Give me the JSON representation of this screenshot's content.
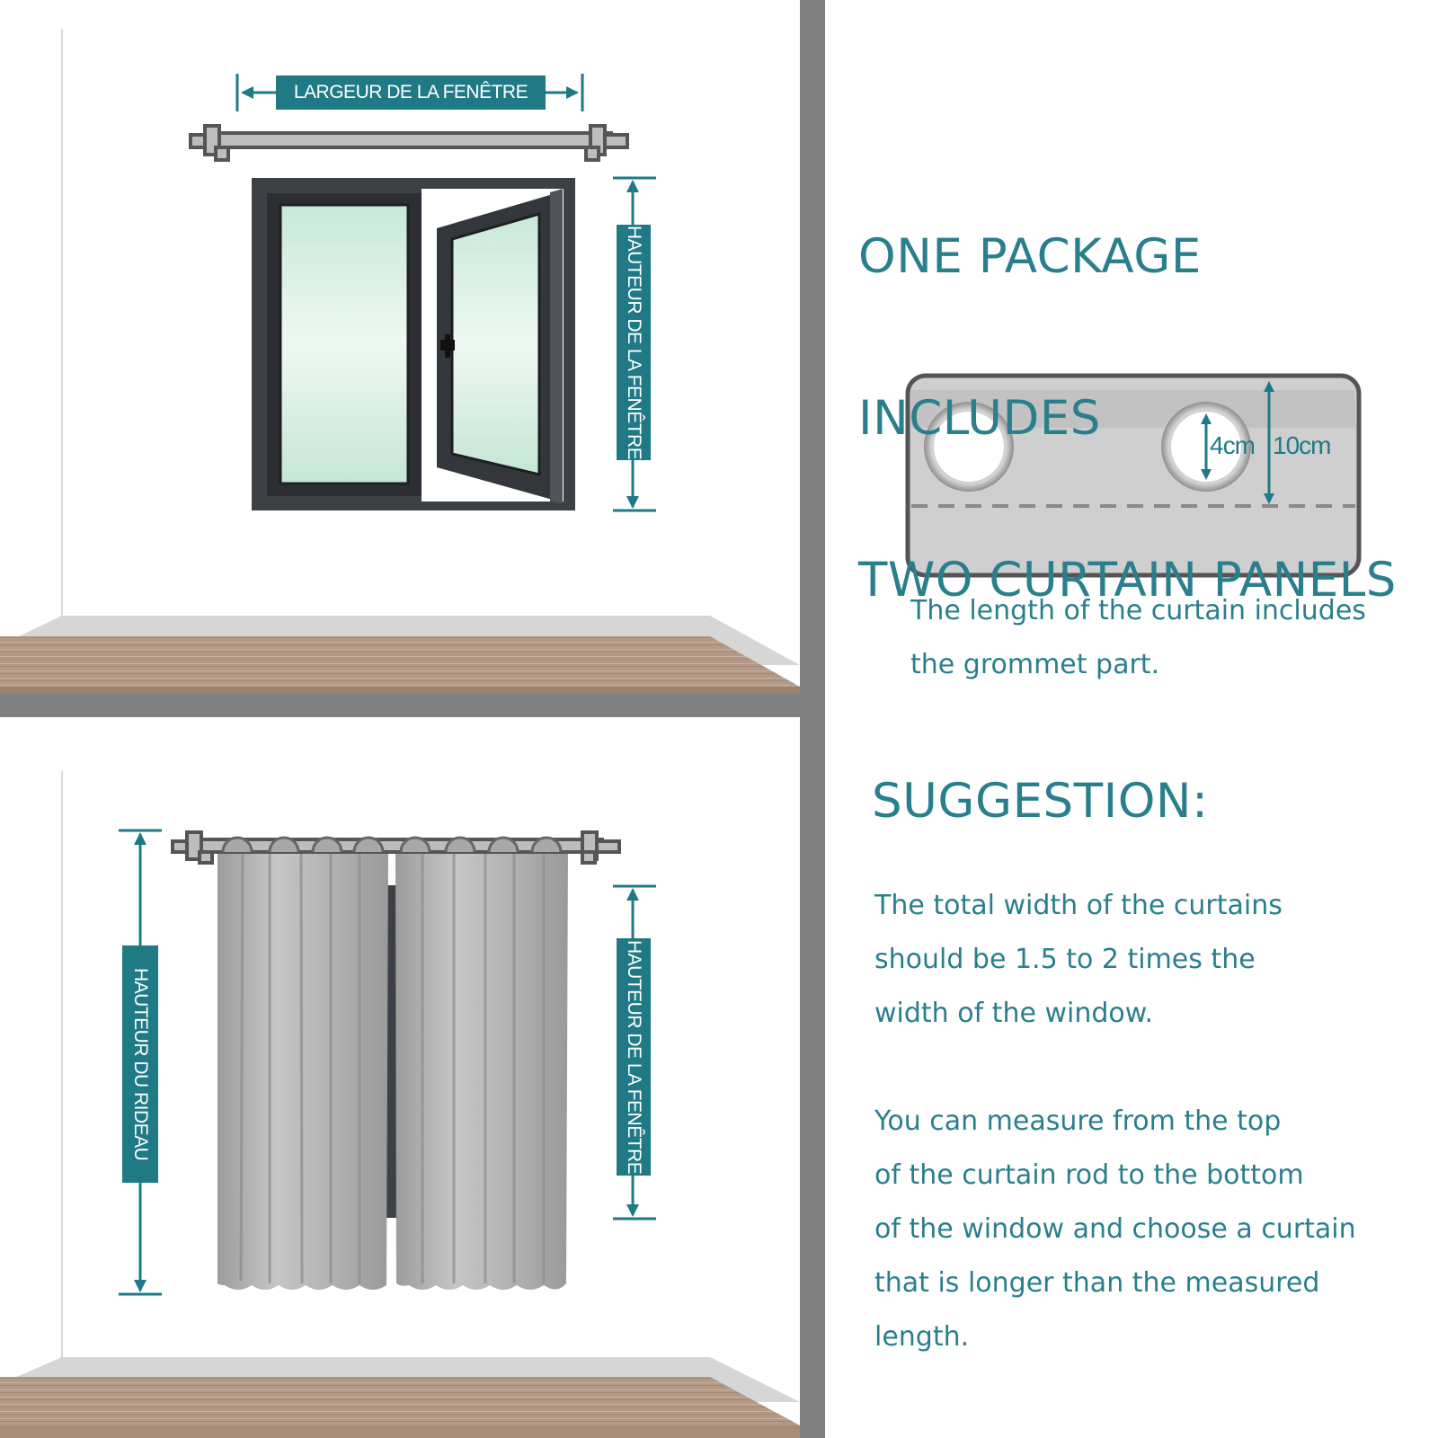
{
  "top_diagram": {
    "width_label": "LARGEUR DE LA FENÊTRE",
    "height_label": "HAUTEUR DE LA FENÊTRE"
  },
  "bottom_diagram": {
    "curtain_height_label": "HAUTEUR DU RIDEAU",
    "window_height_label": "HAUTEUR DE LA FENÊTRE"
  },
  "package": {
    "heading_lines": [
      "ONE PACKAGE",
      "INCLUDES",
      "TWO CURTAIN PANELS"
    ],
    "grommet_diameter": "4cm",
    "header_height": "10cm",
    "note_lines": [
      "The length of the curtain includes",
      "the grommet part."
    ]
  },
  "suggestion": {
    "heading": "SUGGESTION:",
    "paragraph1_lines": [
      "The total width of the curtains",
      "should be 1.5 to 2 times the",
      "width of the window."
    ],
    "paragraph2_lines": [
      "You can measure from the top",
      "of the curtain rod to the bottom",
      "of the window and choose a curtain",
      "that is longer than the measured",
      "length."
    ]
  },
  "colors": {
    "accent": "#1f7a86",
    "text": "#2a7f8c",
    "divider": "#808080",
    "window_frame": "#3d4045",
    "glass": "#d6efe2",
    "curtain": "#b3b3b3",
    "floor": "#b49a86"
  }
}
